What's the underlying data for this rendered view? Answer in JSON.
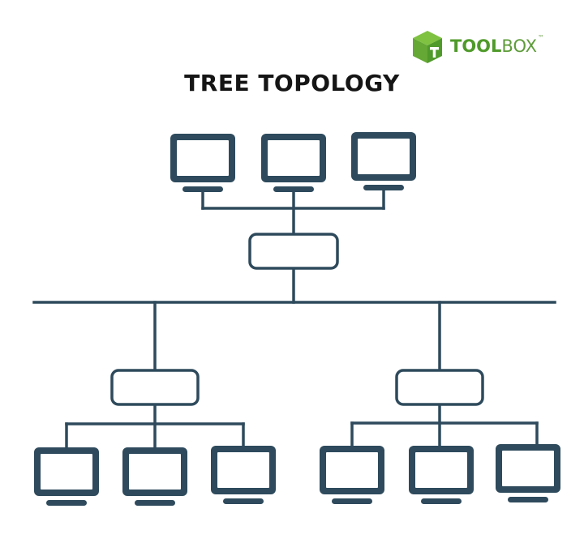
{
  "brand": {
    "name_bold": "TOOL",
    "name_regular": "BOX",
    "trademark": "™",
    "logo_icon": "green-cube-icon",
    "colors": {
      "green_light": "#7fc241",
      "green_dark": "#4f9a2a",
      "green_mid": "#65a835"
    }
  },
  "title": "TREE TOPOLOGY",
  "colors": {
    "stroke": "#2e4a5c",
    "background": "#ffffff",
    "title": "#151515"
  },
  "diagram": {
    "nodes": [
      {
        "id": "hub-top",
        "type": "hub"
      },
      {
        "id": "hub-left",
        "type": "hub"
      },
      {
        "id": "hub-right",
        "type": "hub"
      },
      {
        "id": "pc-top-1",
        "type": "computer"
      },
      {
        "id": "pc-top-2",
        "type": "computer"
      },
      {
        "id": "pc-top-3",
        "type": "computer"
      },
      {
        "id": "pc-left-1",
        "type": "computer"
      },
      {
        "id": "pc-left-2",
        "type": "computer"
      },
      {
        "id": "pc-left-3",
        "type": "computer"
      },
      {
        "id": "pc-right-1",
        "type": "computer"
      },
      {
        "id": "pc-right-2",
        "type": "computer"
      },
      {
        "id": "pc-right-3",
        "type": "computer"
      }
    ],
    "edges": [
      [
        "pc-top-1",
        "hub-top"
      ],
      [
        "pc-top-2",
        "hub-top"
      ],
      [
        "pc-top-3",
        "hub-top"
      ],
      [
        "hub-top",
        "backbone"
      ],
      [
        "backbone",
        "hub-left"
      ],
      [
        "backbone",
        "hub-right"
      ],
      [
        "hub-left",
        "pc-left-1"
      ],
      [
        "hub-left",
        "pc-left-2"
      ],
      [
        "hub-left",
        "pc-left-3"
      ],
      [
        "hub-right",
        "pc-right-1"
      ],
      [
        "hub-right",
        "pc-right-2"
      ],
      [
        "hub-right",
        "pc-right-3"
      ]
    ]
  }
}
